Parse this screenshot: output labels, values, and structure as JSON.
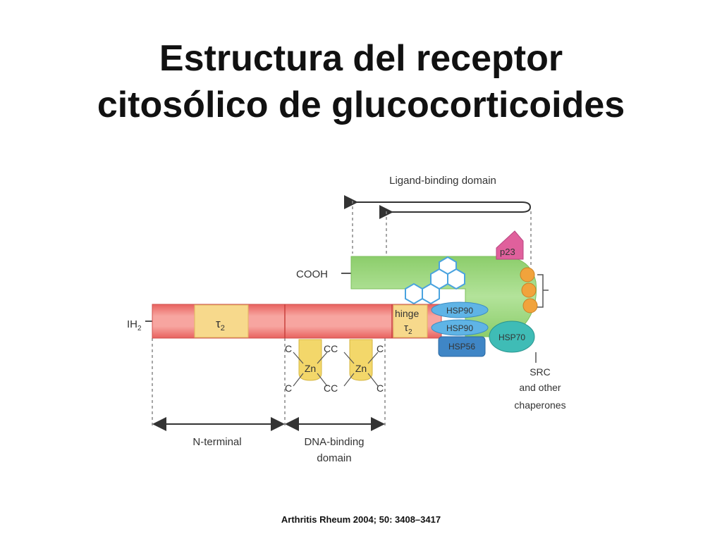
{
  "slide": {
    "title_line1": "Estructura del receptor",
    "title_line2": "citosólico de glucocorticoides",
    "citation": "Arthritis Rheum 2004; 50: 3408–3417"
  },
  "diagram": {
    "ligand_binding_domain_label": "Ligand-binding domain",
    "cooh_label": "COOH",
    "nh2_label": "IH",
    "nh2_subscript": "2",
    "tau2_label": "τ",
    "tau2_subscript": "2",
    "hinge_label": "hinge",
    "hinge_tau_label": "τ",
    "hinge_tau_subscript": "2",
    "p23_label": "p23",
    "hsp90_top_label": "HSP90",
    "hsp90_bottom_label": "HSP90",
    "hsp56_label": "HSP56",
    "hsp70_label": "HSP70",
    "zn_left_label": "Zn",
    "zn_right_label": "Zn",
    "cys_label": "C",
    "cys_pair_label": "CC",
    "src_line1": "SRC",
    "src_line2": "and other",
    "src_line3": "chaperones",
    "n_terminal_label": "N-terminal",
    "dna_binding_line1": "DNA-binding",
    "dna_binding_line2": "domain"
  },
  "colors": {
    "receptor_red": "#e8625f",
    "receptor_light": "#f7a5a0",
    "tau_box": "#f7d98c",
    "ligand_green": "#9ad67a",
    "hsp90_blue": "#5fb4e6",
    "hsp56_blue": "#3f86c6",
    "hsp70_teal": "#3fbcb6",
    "p23_pink": "#e0609c",
    "chaperone_orange": "#f1a33c",
    "zn_yellow": "#f3d76a"
  }
}
